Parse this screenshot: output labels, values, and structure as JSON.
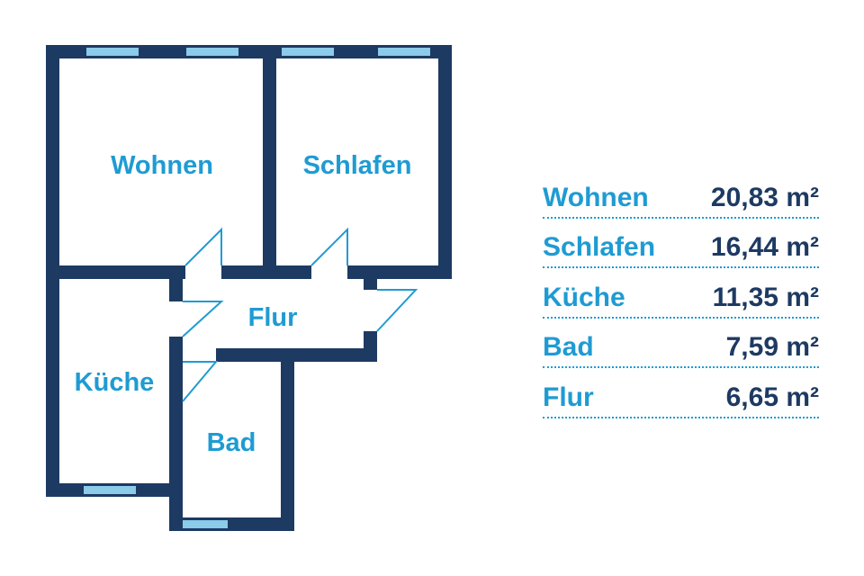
{
  "colors": {
    "wall": "#1d3a62",
    "window": "#8ccbea",
    "accent": "#1f9bd3",
    "value_text": "#1d3a62",
    "background": "#ffffff"
  },
  "rooms": {
    "wohnen": "Wohnen",
    "schlafen": "Schlafen",
    "kueche": "Küche",
    "bad": "Bad",
    "flur": "Flur"
  },
  "areas": [
    {
      "room": "Wohnen",
      "value": "20,83 m²"
    },
    {
      "room": "Schlafen",
      "value": "16,44 m²"
    },
    {
      "room": "Küche",
      "value": "11,35 m²"
    },
    {
      "room": "Bad",
      "value": "7,59 m²"
    },
    {
      "room": "Flur",
      "value": "6,65 m²"
    }
  ]
}
